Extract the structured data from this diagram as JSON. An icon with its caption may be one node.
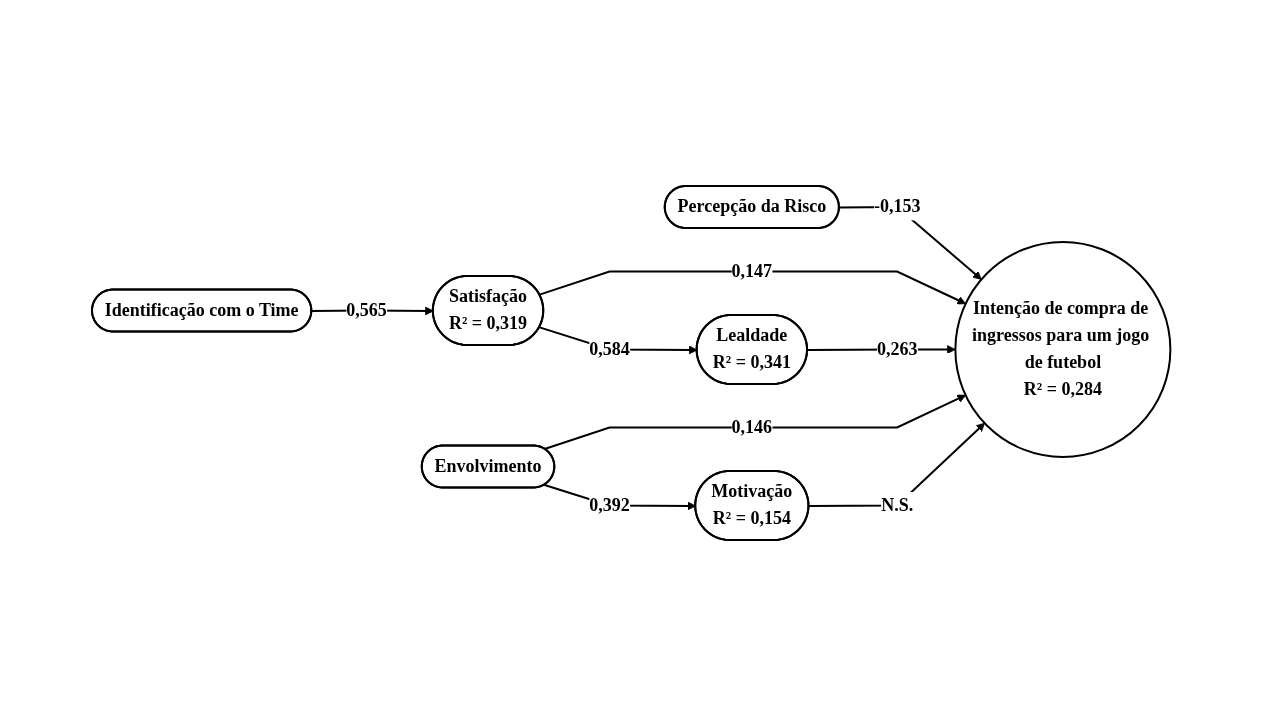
{
  "diagram": {
    "nodes": [
      {
        "text": [
          "Percepção da Risco"
        ]
      },
      {
        "text": [
          "Identificação com o Time"
        ]
      },
      {
        "text": [
          "Satisfação",
          "R² = 0,319"
        ]
      },
      {
        "text": [
          "Lealdade",
          "R² = 0,341"
        ]
      },
      {
        "text": [
          "Intenção de compra de ingressos para um jogo de futebol",
          "R² = 0,284"
        ]
      },
      {
        "text": [
          "Envolvimento"
        ]
      },
      {
        "text": [
          "Motivação",
          "R² = 0,154"
        ]
      }
    ],
    "edges": [
      {
        "from": 1,
        "to": 2,
        "arrow": "to",
        "label": "0,565"
      },
      {
        "from": 0,
        "to": 4,
        "arrow": "to",
        "label": "-0,153"
      },
      {
        "from": 2,
        "to": 4,
        "arrow": "to",
        "label": "0,147"
      },
      {
        "from": 2,
        "to": 3,
        "arrow": "to",
        "label": "0,584"
      },
      {
        "from": 3,
        "to": 4,
        "arrow": "to",
        "label": "0,263"
      },
      {
        "from": 5,
        "to": 4,
        "arrow": "to",
        "label": "0,146"
      },
      {
        "from": 5,
        "to": 6,
        "arrow": "to",
        "label": "0,392"
      },
      {
        "from": 6,
        "to": 4,
        "arrow": "to",
        "label": "N.S."
      }
    ]
  }
}
